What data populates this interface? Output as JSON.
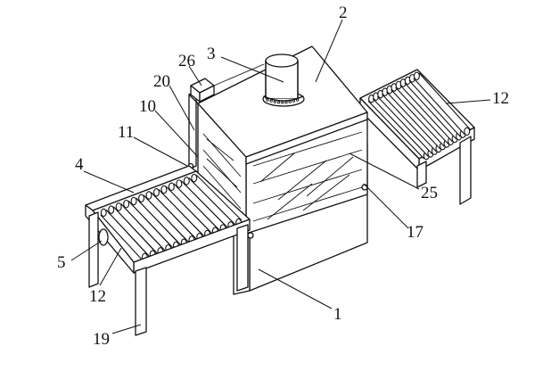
{
  "labels": {
    "l1": "1",
    "l2": "2",
    "l3": "3",
    "l4": "4",
    "l5": "5",
    "l10": "10",
    "l11": "11",
    "l12a": "12",
    "l12b": "12",
    "l17": "17",
    "l19": "19",
    "l20": "20",
    "l25": "25",
    "l26": "26"
  }
}
